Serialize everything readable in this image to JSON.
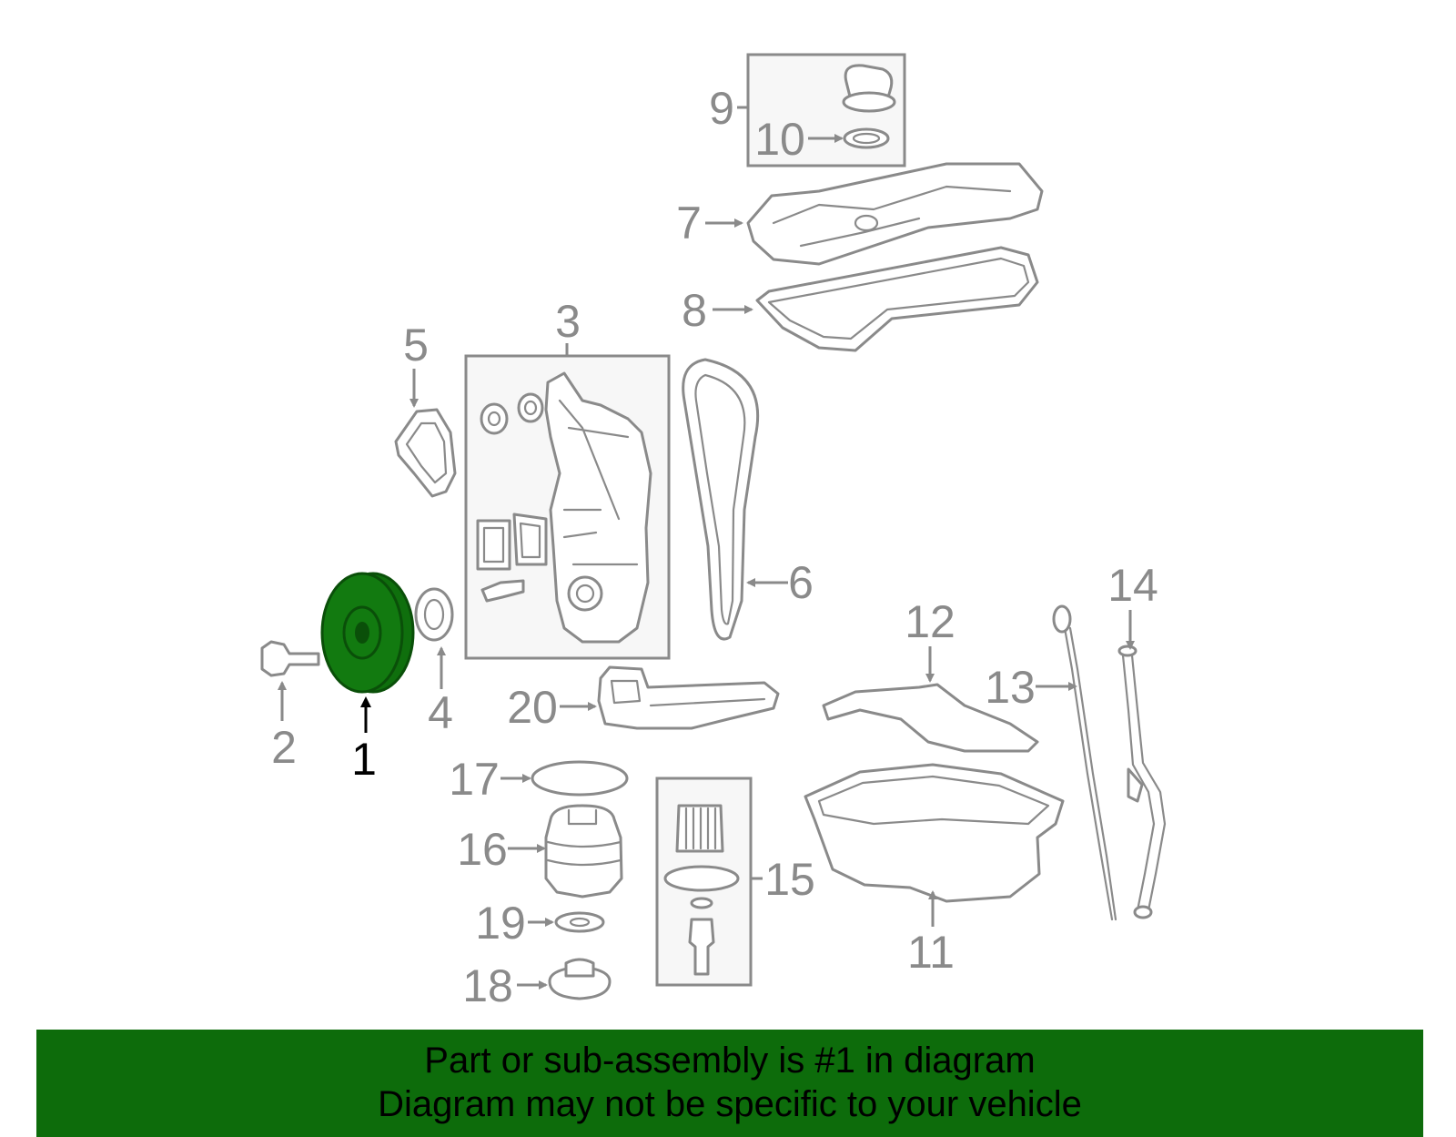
{
  "callouts": {
    "c1": "1",
    "c2": "2",
    "c3": "3",
    "c4": "4",
    "c5": "5",
    "c6": "6",
    "c7": "7",
    "c8": "8",
    "c9": "9",
    "c10": "10",
    "c11": "11",
    "c12": "12",
    "c13": "13",
    "c14": "14",
    "c15": "15",
    "c16": "16",
    "c17": "17",
    "c18": "18",
    "c19": "19",
    "c20": "20"
  },
  "banner": {
    "line1": "Part or sub-assembly is #1 in diagram",
    "line2": "Diagram may not be specific to your vehicle"
  },
  "colors": {
    "highlight_part": "#0f6f0d",
    "banner_bg": "#0d6c0b",
    "line_gray": "#8a8a8a"
  },
  "highlighted_callout": "1"
}
